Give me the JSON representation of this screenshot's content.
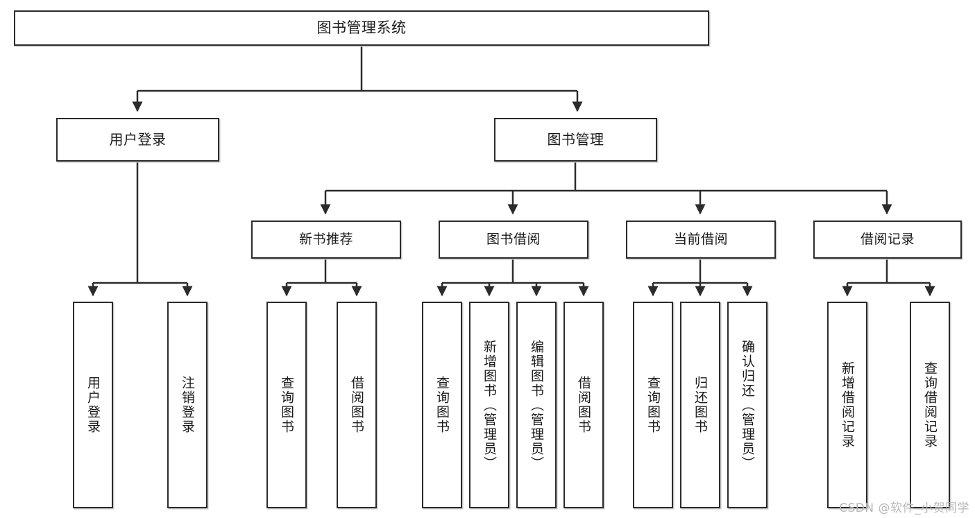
{
  "diagram": {
    "title": "图书管理系统",
    "type": "hierarchy-tree",
    "colors": {
      "box_border": "#2b2b2b",
      "box_fill": "#ffffff",
      "edge": "#2b2b2b",
      "text": "#1a1a1a",
      "watermark": "#b7b7b7"
    },
    "root": {
      "label": "图书管理系统"
    },
    "tier2": [
      {
        "label": "用户登录"
      },
      {
        "label": "图书管理"
      }
    ],
    "tier3": [
      {
        "label": "新书推荐"
      },
      {
        "label": "图书借阅"
      },
      {
        "label": "当前借阅"
      },
      {
        "label": "借阅记录"
      }
    ],
    "leaves": {
      "user_login": [
        {
          "label": "用户登录"
        },
        {
          "label": "注销登录"
        }
      ],
      "new_recommend": [
        {
          "label": "查询图书"
        },
        {
          "label": "借阅图书"
        }
      ],
      "book_borrow": [
        {
          "label": "查询图书"
        },
        {
          "label": "新增图书（管理员）"
        },
        {
          "label": "编辑图书（管理员）"
        },
        {
          "label": "借阅图书"
        }
      ],
      "current_borrow": [
        {
          "label": "查询图书"
        },
        {
          "label": "归还图书"
        },
        {
          "label": "确认归还（管理员）"
        }
      ],
      "borrow_records": [
        {
          "label": "新增借阅记录"
        },
        {
          "label": "查询借阅记录"
        }
      ]
    }
  },
  "watermark": {
    "text": "CSDN @软件_小贺同学"
  }
}
